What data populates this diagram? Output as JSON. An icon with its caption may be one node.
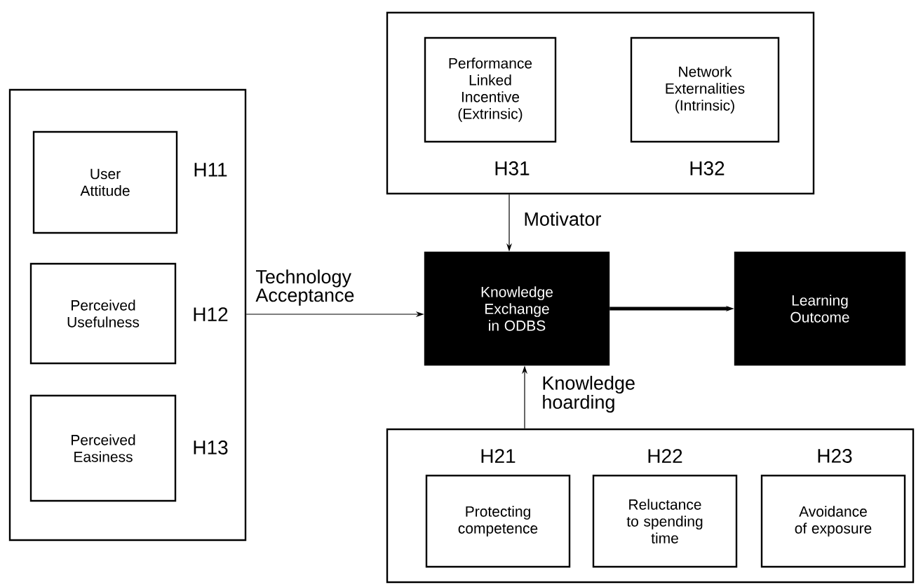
{
  "diagram": {
    "nodes": [
      {
        "text": [],
        "shape": "box"
      },
      {
        "text": [
          "User Attitude"
        ],
        "in": 0,
        "beside": [
          "H11"
        ]
      },
      {
        "text": [
          "Perceived Usefulness"
        ],
        "in": 0,
        "beside": [
          "H12"
        ]
      },
      {
        "text": [
          "Perceived Easiness"
        ],
        "in": 0,
        "beside": [
          "H13"
        ]
      },
      {
        "text": [],
        "shape": "box"
      },
      {
        "text": [
          "Performance Linked Incentive (Extrinsic)"
        ],
        "in": 4,
        "beside": [
          "H31"
        ]
      },
      {
        "text": [
          "Network Externalities (Intrinsic)"
        ],
        "in": 4,
        "beside": [
          "H32"
        ]
      },
      {
        "text": [
          "Knowledge Exchange in ODBS"
        ]
      },
      {
        "text": [
          "Learning Outcome"
        ]
      },
      {
        "text": [],
        "shape": "box"
      },
      {
        "text": [
          "Protecting competence"
        ],
        "in": 9,
        "beside": [
          "H21"
        ]
      },
      {
        "text": [
          "Reluctance to spending time"
        ],
        "in": 9,
        "beside": [
          "H22"
        ]
      },
      {
        "text": [
          "Avoidance of exposure"
        ],
        "in": 9,
        "beside": [
          "H23"
        ]
      }
    ],
    "edges": [
      {
        "from": 0,
        "to": 7,
        "arrow": "to",
        "label": "Technology Acceptance"
      },
      {
        "from": 4,
        "to": 7,
        "arrow": "to",
        "label": "Motivator"
      },
      {
        "from": 9,
        "to": 7,
        "arrow": "to",
        "label": "Knowledge hoarding"
      },
      {
        "from": 7,
        "to": 8,
        "arrow": "to",
        "style": "thick"
      }
    ]
  }
}
